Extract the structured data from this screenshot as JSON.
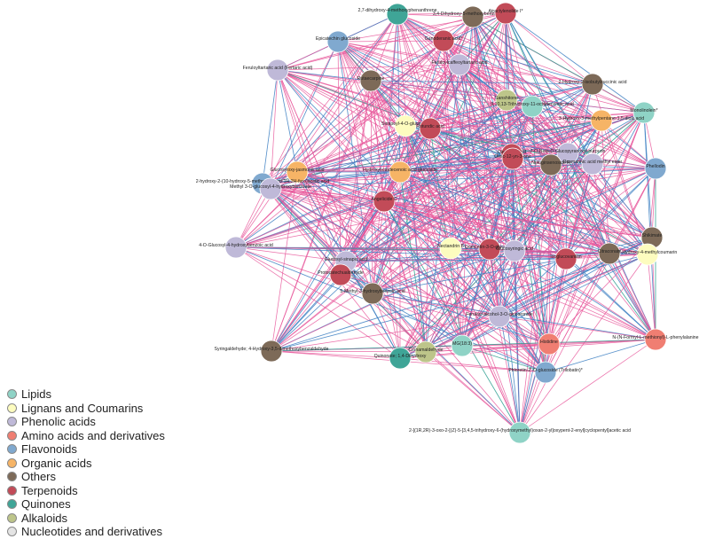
{
  "categories": [
    {
      "id": "lip",
      "label": "Lipids",
      "color": "#8fd3c6"
    },
    {
      "id": "lig",
      "label": "Lignans and Coumarins",
      "color": "#fdfcbf"
    },
    {
      "id": "phe",
      "label": "Phenolic acids",
      "color": "#bfb9d8"
    },
    {
      "id": "ami",
      "label": "Amino acids and derivatives",
      "color": "#f07e72"
    },
    {
      "id": "fla",
      "label": "Flavonoids",
      "color": "#80a9cf"
    },
    {
      "id": "org",
      "label": "Organic acids",
      "color": "#f6b466"
    },
    {
      "id": "oth",
      "label": "Others",
      "color": "#7d6a58"
    },
    {
      "id": "ter",
      "label": "Terpenoids",
      "color": "#c24b58"
    },
    {
      "id": "qui",
      "label": "Quinones",
      "color": "#3fa597"
    },
    {
      "id": "alk",
      "label": "Alkaloids",
      "color": "#bdc58a"
    },
    {
      "id": "nuc",
      "label": "Nucleotides and derivatives",
      "color": "#e4e4e4"
    }
  ],
  "edge_colors": {
    "positive": "#e8569a",
    "negative": "#3c7fc2",
    "other": "#2a9d8f"
  },
  "nodes": [
    {
      "label": "2,7-dihydroxy-4-methoxyphenanthrene",
      "cat": "qui"
    },
    {
      "label": "3,4-Dihydroxy-5-methoxybenzaldehyde",
      "cat": "oth"
    },
    {
      "label": "Atractylenolide I*",
      "cat": "ter"
    },
    {
      "label": "Epicatechin glucoside",
      "cat": "fla"
    },
    {
      "label": "Ganoderanic acid*",
      "cat": "ter"
    },
    {
      "label": "Feruloylcaffeoyltartaric acid",
      "cat": "phe"
    },
    {
      "label": "Feruloyltartaric acid (Fertaric acid)",
      "cat": "phe"
    },
    {
      "label": "Rutaecarpine",
      "cat": "oth"
    },
    {
      "label": "2-Hydroxy-2-isobutylsuccinic acid",
      "cat": "oth"
    },
    {
      "label": "Sanshitone",
      "cat": "alk"
    },
    {
      "label": "9,10,13-Trihydroxy-11-octadecenoic acid",
      "cat": "lip"
    },
    {
      "label": "Monolinolein*",
      "cat": "lip"
    },
    {
      "label": "3-Hydroxy-3-methylpentane-1,5-dioic acid",
      "cat": "org"
    },
    {
      "label": "Sinapoyl-4-O-glucoside",
      "cat": "lig"
    },
    {
      "label": "Rotundic acid",
      "cat": "ter"
    },
    {
      "label": "Oleanolic acid",
      "cat": "ter"
    },
    {
      "label": "7-O-Beta-D-Glucopyranosyl-purpurin",
      "cat": "phe"
    },
    {
      "label": "Oleic-12-yn-3-one",
      "cat": "ter"
    },
    {
      "label": "Notoginsenoside R",
      "cat": "oth"
    },
    {
      "label": "Rosmarinic acid methyl ester",
      "cat": "phe"
    },
    {
      "label": "Phellodin",
      "cat": "fla"
    },
    {
      "label": "Glucosyloxy-jasmonic acid",
      "cat": "org"
    },
    {
      "label": "Hydroxyoctadecenoic acid glucoside",
      "cat": "org"
    },
    {
      "label": "2-hydroxy-2-(10-hydroxy-5-methoxy-8-oxo-1H,2H-furo)acetic acid",
      "cat": "fla"
    },
    {
      "label": "Methyl 3-O-glucosyl-4-hydroxybenzoate",
      "cat": "phe"
    },
    {
      "label": "Angelicide C",
      "cat": "ter"
    },
    {
      "label": "4-O-Glucosyl-4-hydroxybenzoic acid",
      "cat": "phe"
    },
    {
      "label": "Nectandrin B",
      "cat": "lig"
    },
    {
      "label": "Quercetin-3-O-glucoside",
      "cat": "ter"
    },
    {
      "label": "Glucosyringic acid",
      "cat": "phe"
    },
    {
      "label": "Isoglucovanillin",
      "cat": "ter"
    },
    {
      "label": "Citraconate",
      "cat": "oth"
    },
    {
      "label": "Shikimate",
      "cat": "oth"
    },
    {
      "label": "7-Hydroxy-4-methylcoumarin",
      "cat": "lig"
    },
    {
      "label": "Glucosyl-sinapic acid",
      "cat": "phe"
    },
    {
      "label": "Protocatechualdehyde",
      "cat": "ter"
    },
    {
      "label": "5-Methyl-3-hydroxybenzoic acid",
      "cat": "oth"
    },
    {
      "label": "Feruloyl-alcohol-3-O-glucuronide",
      "cat": "phe"
    },
    {
      "label": "MG(18:3)",
      "cat": "lip"
    },
    {
      "label": "Cinnamaldehyde",
      "cat": "alk"
    },
    {
      "label": "Histidine",
      "cat": "ami"
    },
    {
      "label": "N-(N-Formyl-L-methionyl)-L-phenylalanine",
      "cat": "ami"
    },
    {
      "label": "Syringaldehyde; 4-Hydroxy-3,5-dimethoxybenzaldehyde",
      "cat": "oth"
    },
    {
      "label": "Quinonate; 1,4-Dihydroxy",
      "cat": "qui"
    },
    {
      "label": "Phloretin-2'-O-glucoside (Trilobatin)*",
      "cat": "fla"
    },
    {
      "label": "2-[(1R,2R)-3-oxo-2-[(Z)-5-[3,4,5-trihydroxy-6-(hydroxymethyl)oxan-2-yl]oxypent-2-enyl]cyclopentyl]acetic acid",
      "cat": "lip"
    }
  ]
}
